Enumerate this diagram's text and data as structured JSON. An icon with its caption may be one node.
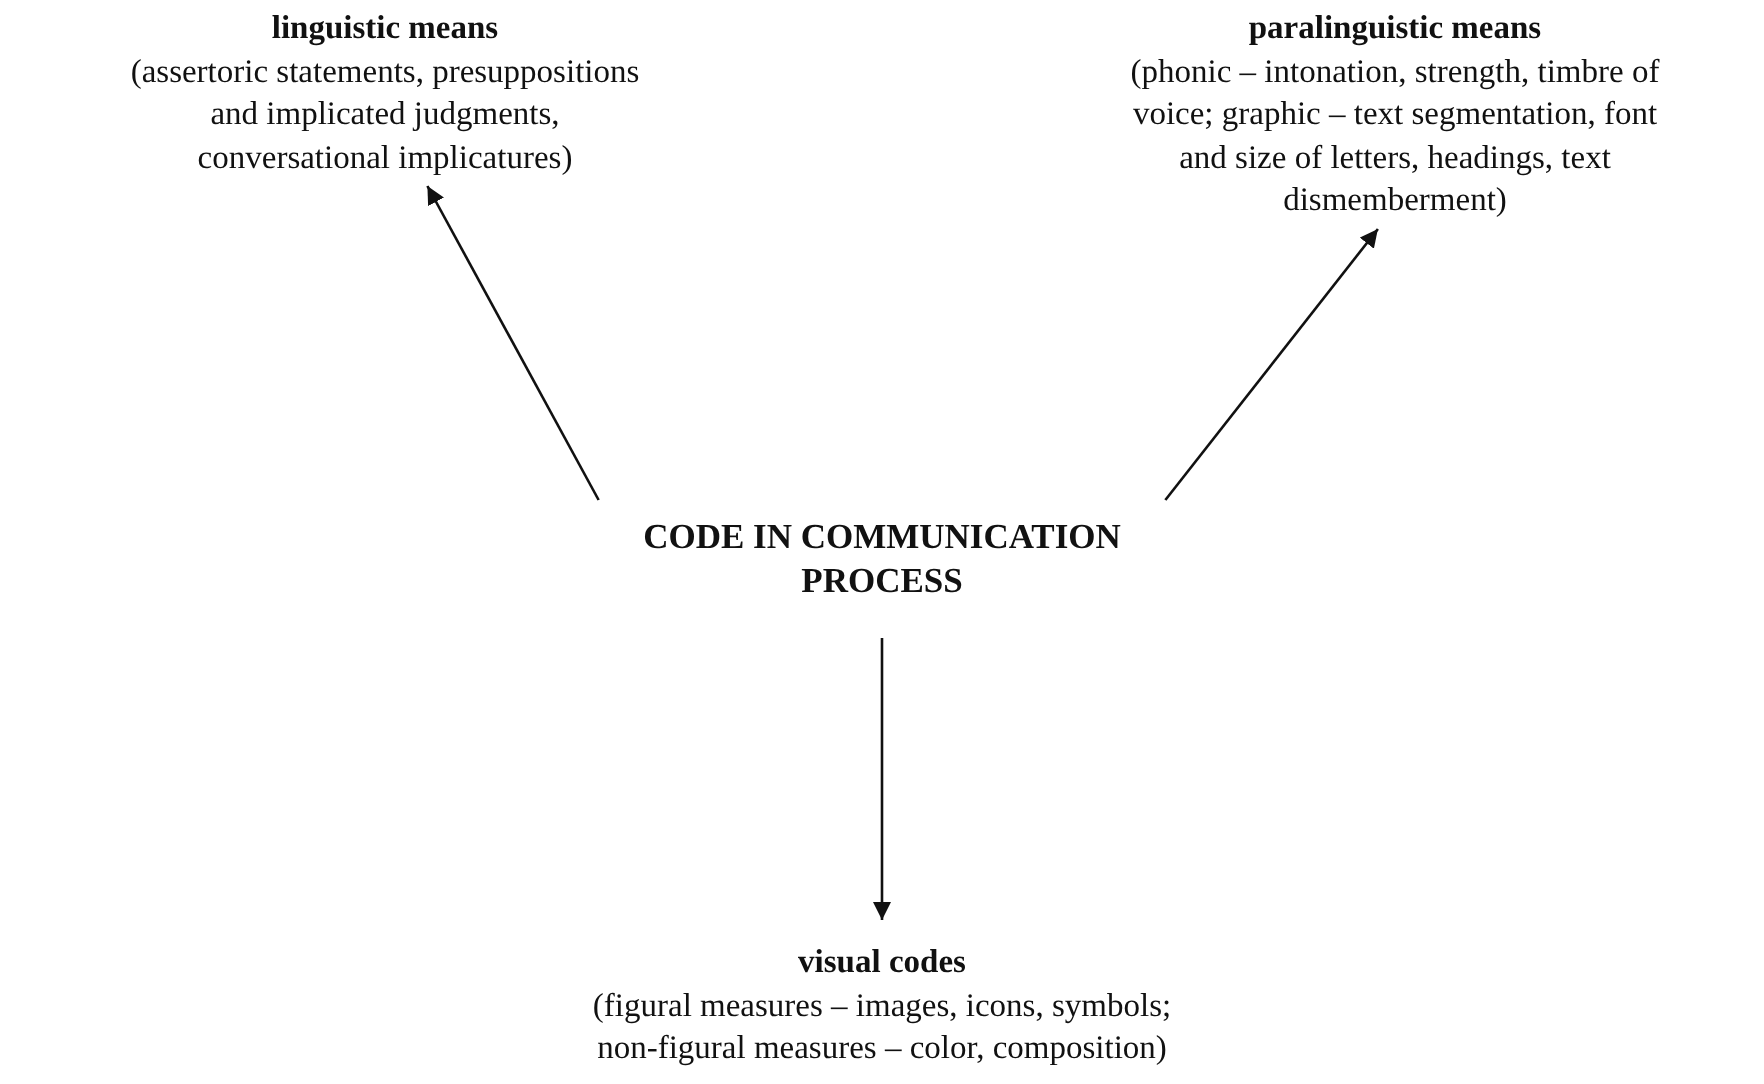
{
  "diagram": {
    "nodes": [
      {
        "text": [
          "linguistic means",
          "(assertoric statements, presuppositions and implicated judgments, conversational implicatures)"
        ]
      },
      {
        "text": [
          "paralinguistic means",
          "(phonic – intonation, strength, timbre of voice; graphic – text segmentation, font and size of letters, headings, text dismemberment)"
        ]
      },
      {
        "text": [
          "CODE IN COMMUNICATION PROCESS"
        ]
      },
      {
        "text": [
          "visual codes",
          "(figural measures – images, icons, symbols; non-figural measures – color, composition)"
        ]
      }
    ],
    "edges": [
      {
        "from": 2,
        "to": 0,
        "arrow": "to"
      },
      {
        "from": 2,
        "to": 1,
        "arrow": "to"
      },
      {
        "from": 2,
        "to": 3,
        "arrow": "to"
      }
    ]
  }
}
